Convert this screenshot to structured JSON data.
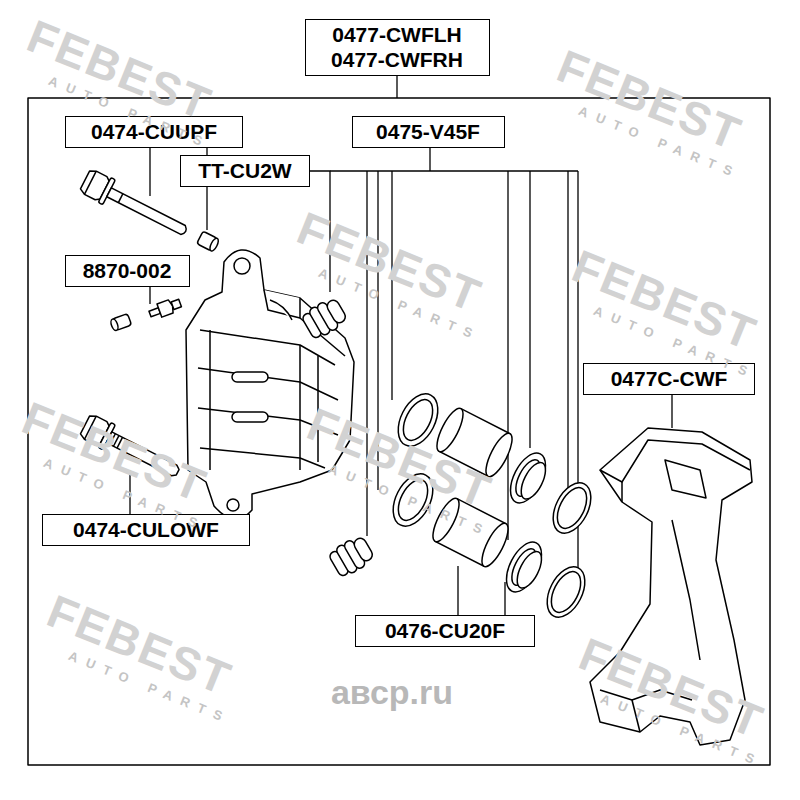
{
  "diagram": {
    "nodes": [
      {
        "text": [
          "0477-CWFLH",
          "0477-CWFRH"
        ]
      },
      {
        "text": [
          "0474-CUUPF"
        ]
      },
      {
        "text": [
          "0475-V45F"
        ]
      },
      {
        "text": [
          "TT-CU2W"
        ]
      },
      {
        "text": [
          "8870-002"
        ]
      },
      {
        "text": [
          "0477C-CWF"
        ]
      },
      {
        "text": [
          "0474-CULOWF"
        ]
      },
      {
        "text": [
          "0476-CU20F"
        ]
      }
    ],
    "labels": [
      "FEBEST",
      "AUTO PARTS",
      "FEBEST",
      "AUTO PARTS",
      "FEBEST",
      "AUTO PARTS",
      "FEBEST",
      "AUTO PARTS",
      "FEBEST",
      "AUTO PARTS",
      "FEBEST",
      "AUTO PARTS",
      "FEBEST",
      "AUTO PARTS",
      "FEBEST",
      "AUTO PARTS",
      "авср.ru"
    ]
  }
}
